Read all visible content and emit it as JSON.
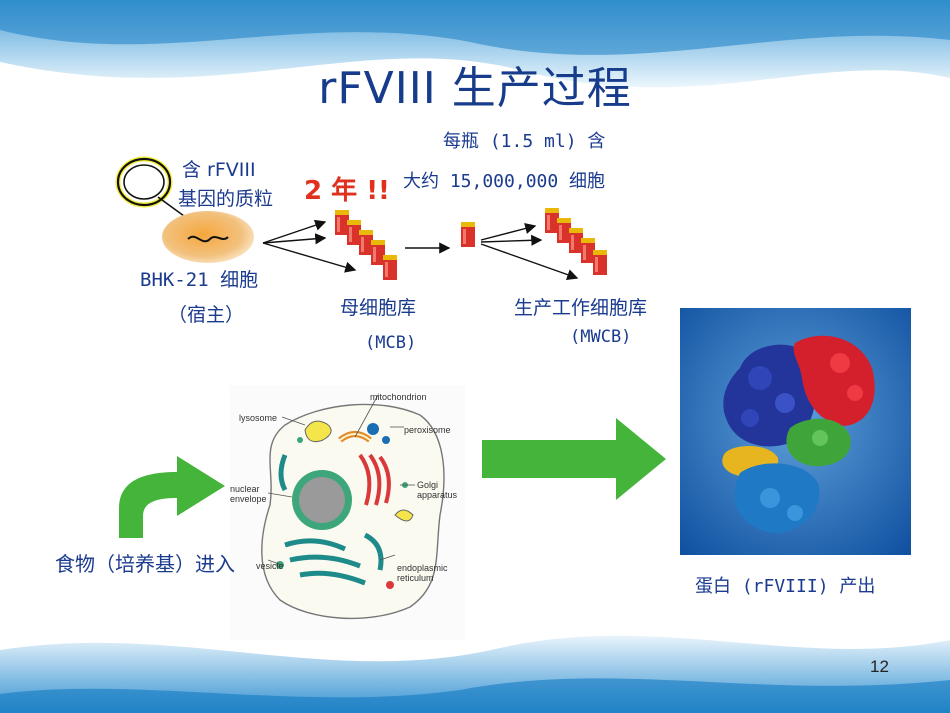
{
  "slide": {
    "title": "rFVIII 生产过程",
    "page_number": "12"
  },
  "flow": {
    "plasmid_line1": "含 rFVIII",
    "plasmid_line2": "基因的质粒",
    "host_line1": "BHK-21  细胞",
    "host_line2": "（宿主）",
    "duration": "2 年 !!",
    "vial_line1": "每瓶  (1.5 ml)  含",
    "vial_line2": "大约 15,000,000   细胞",
    "mcb_label": "母细胞库",
    "mcb_abbr": "(MCB)",
    "mwcb_label": "生产工作细胞库",
    "mwcb_abbr": "(MWCB)"
  },
  "cell_diagram": {
    "labels": {
      "mitochondrion": "mitochondrion",
      "lysosome": "lysosome",
      "peroxisome": "peroxisome",
      "nuclear1": "nuclear",
      "nuclear2": "envelope",
      "golgi1": "Golgi",
      "golgi2": "apparatus",
      "vesicle": "vesicle",
      "er1": "endoplasmic",
      "er2": "reticulum"
    },
    "input_caption": "食物（培养基）进入"
  },
  "protein": {
    "caption": "蛋白  (rFVIII) 产出"
  },
  "colors": {
    "title": "#173c8c",
    "text": "#1b3b8f",
    "accent_red": "#e0301e",
    "arrow_green": "#44b53a",
    "wave_blue": "#2e9fd9"
  }
}
